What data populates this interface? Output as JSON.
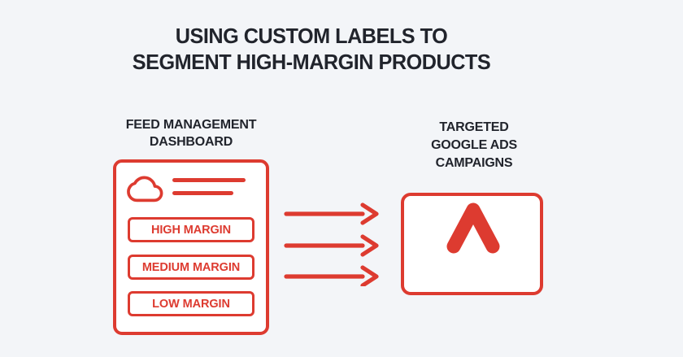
{
  "colors": {
    "background": "#f3f5f8",
    "accent_red": "#dd3b30",
    "text_dark": "#21242c",
    "card_background": "#ffffff"
  },
  "title": {
    "line1": "USING CUSTOM LABELS TO",
    "line2": "SEGMENT HIGH-MARGIN PRODUCTS"
  },
  "feed_dashboard": {
    "label_line1": "FEED MANAGEMENT",
    "label_line2": "DASHBOARD",
    "icon": "cloud-icon",
    "buttons": [
      {
        "label": "HIGH MARGIN"
      },
      {
        "label": "MEDIUM MARGIN"
      },
      {
        "label": "LOW MARGIN"
      }
    ]
  },
  "flow": {
    "arrow_count": 3,
    "direction": "right"
  },
  "google_ads": {
    "label_line1": "TARGETED",
    "label_line2": "GOOGLE ADS",
    "label_line3": "CAMPAIGNS",
    "icon": "google-ads-chevron-icon"
  }
}
